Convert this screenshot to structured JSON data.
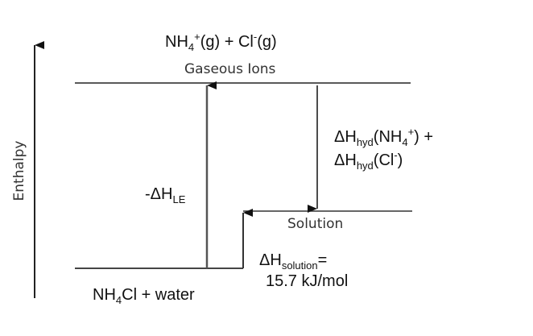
{
  "axis": {
    "label": "Enthalpy"
  },
  "levels": {
    "gaseous": {
      "formula_parts": [
        "NH",
        "4",
        "+",
        "(g) + Cl",
        "-",
        "(g)"
      ],
      "label": "Gaseous Ions"
    },
    "solution": {
      "label": "Solution"
    },
    "reactants": {
      "formula_parts": [
        "NH",
        "4",
        "Cl + water"
      ]
    }
  },
  "arrows": {
    "lattice": {
      "parts": [
        "-ΔH",
        "LE"
      ]
    },
    "hydration": {
      "line1": [
        "ΔH",
        "hyd",
        "(NH",
        "4",
        "+",
        ") +"
      ],
      "line2": [
        "ΔH",
        "hyd",
        "(Cl",
        "-",
        ")"
      ]
    },
    "solution": {
      "parts": [
        "ΔH",
        "solution",
        "="
      ],
      "value": "15.7 kJ/mol"
    }
  },
  "colors": {
    "line": "#222222",
    "gray_arrow": "#555555"
  }
}
